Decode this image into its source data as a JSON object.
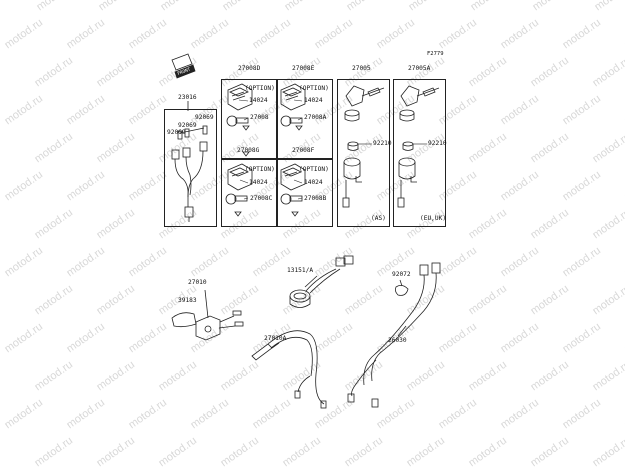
{
  "figure_code": "F2779",
  "watermark_text": "motod.ru",
  "parts": {
    "p23016": "23016",
    "p92069a": "92069",
    "p92069b": "92069",
    "p92069c": "92069",
    "p27008D": "27008D",
    "p27008E": "27008E",
    "p27008G": "27008G",
    "p27008F": "27008F",
    "opt1": "(OPTION)",
    "opt2": "(OPTION)",
    "opt3": "(OPTION)",
    "opt4": "(OPTION)",
    "p14024a": "14024",
    "p14024b": "14024",
    "p14024c": "14024",
    "p14024d": "14024",
    "p27008": "27008",
    "p27008A": "27008A",
    "p27008C": "27008C",
    "p27008B": "27008B",
    "p27005": "27005",
    "p27005A": "27005A",
    "p92210a": "92210",
    "p92210b": "92210",
    "as": "(AS)",
    "euuk": "(EU,UK)",
    "p27010": "27010",
    "p39183": "39183",
    "p13151": "13151/A",
    "p92072": "92072",
    "p27010A": "27010A",
    "p26030": "26030"
  },
  "colors": {
    "line": "#222222",
    "watermark": "#d8d8d8"
  }
}
